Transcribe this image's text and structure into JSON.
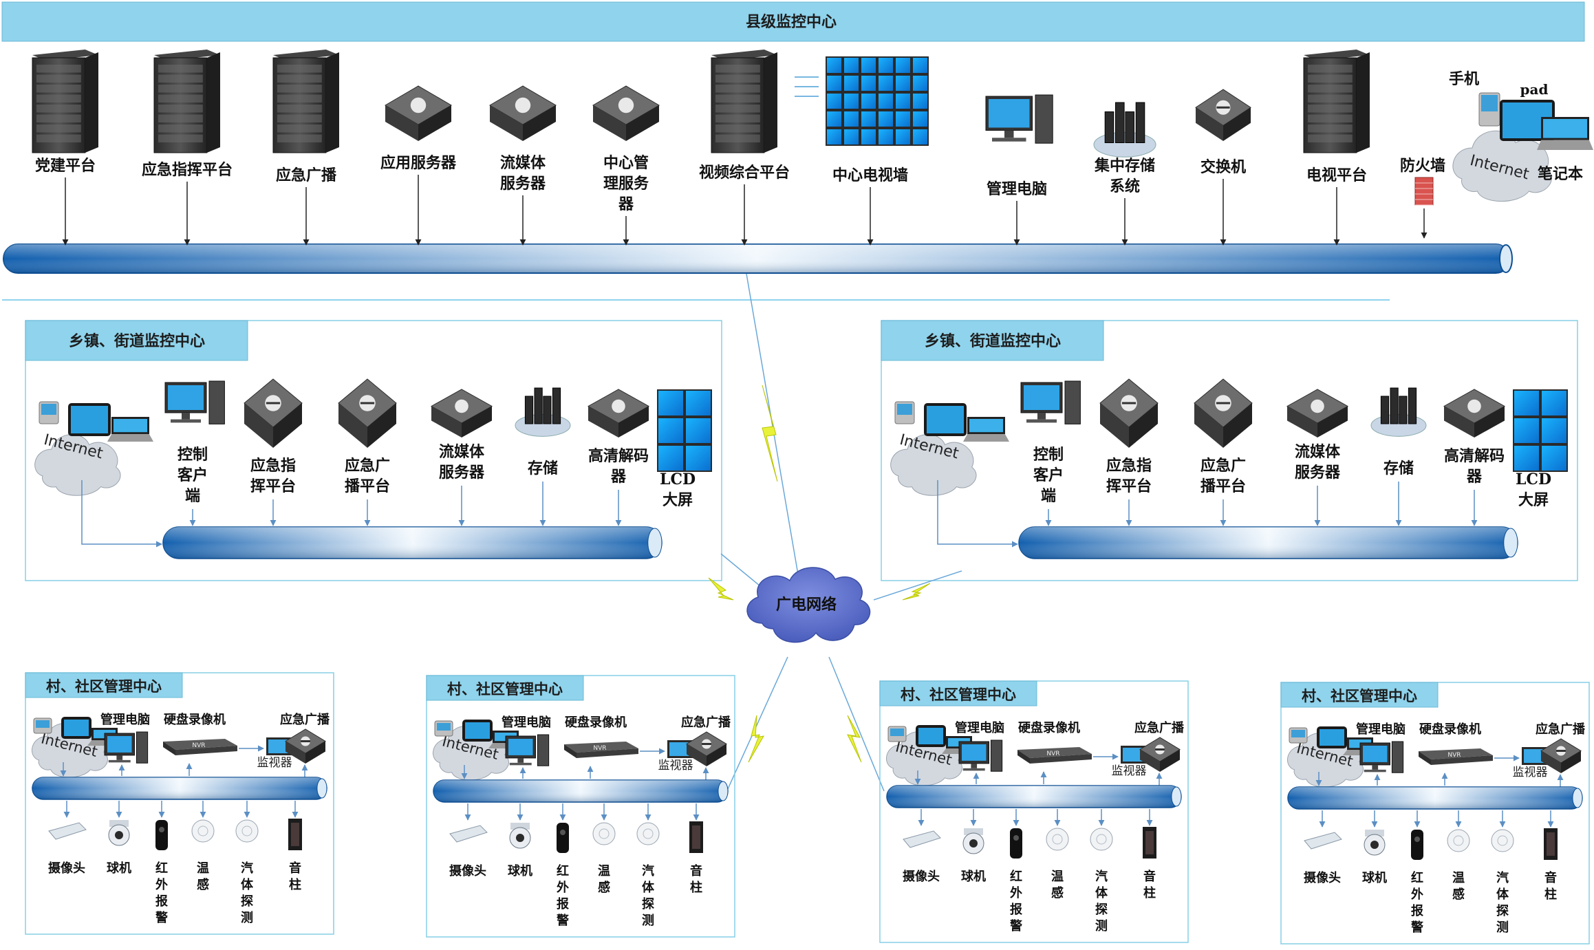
{
  "county": {
    "title": "县级监控中心",
    "devices": [
      "党建平台",
      "应急指挥平台",
      "应急广播",
      "应用服务器",
      "流媒体服务器",
      "中心管理服务器",
      "视频综合平台",
      "中心电视墙",
      "管理电脑",
      "集中存储系统",
      "交换机",
      "电视平台",
      "防火墙"
    ],
    "mobile": {
      "phone": "手机",
      "pad": "pad",
      "laptop": "笔记本",
      "cloud": "Internet"
    }
  },
  "network": {
    "label": "广电网络"
  },
  "towns": [
    {
      "title": "乡镇、街道监控中心",
      "cloud": "Internet",
      "devices": [
        "控制客户端",
        "应急指挥平台",
        "应急广播平台",
        "流媒体服务器",
        "存储",
        "高清解码器",
        "LCD大屏"
      ]
    },
    {
      "title": "乡镇、街道监控中心",
      "cloud": "Internet",
      "devices": [
        "控制客户端",
        "应急指挥平台",
        "应急广播平台",
        "流媒体服务器",
        "存储",
        "高清解码器",
        "LCD大屏"
      ]
    }
  ],
  "villages": [
    {
      "title": "村、社区管理中心",
      "cloud": "Internet",
      "top": {
        "pc": "管理电脑",
        "recorder": "硬盘录像机",
        "nvr": "NVR",
        "monitor": "监视器",
        "broadcast": "应急广播"
      },
      "sensors": [
        "摄像头",
        "球机",
        "红外报警",
        "温感",
        "汽体探测",
        "音柱"
      ]
    },
    {
      "title": "村、社区管理中心",
      "cloud": "Internet",
      "top": {
        "pc": "管理电脑",
        "recorder": "硬盘录像机",
        "nvr": "NVR",
        "monitor": "监视器",
        "broadcast": "应急广播"
      },
      "sensors": [
        "摄像头",
        "球机",
        "红外报警",
        "温感",
        "汽体探测",
        "音柱"
      ]
    },
    {
      "title": "村、社区管理中心",
      "cloud": "Internet",
      "top": {
        "pc": "管理电脑",
        "recorder": "硬盘录像机",
        "nvr": "NVR",
        "monitor": "监视器",
        "broadcast": "应急广播"
      },
      "sensors": [
        "摄像头",
        "球机",
        "红外报警",
        "温感",
        "汽体探测",
        "音柱"
      ]
    },
    {
      "title": "村、社区管理中心",
      "cloud": "Internet",
      "top": {
        "pc": "管理电脑",
        "recorder": "硬盘录像机",
        "nvr": "NVR",
        "monitor": "监视器",
        "broadcast": "应急广播"
      },
      "sensors": [
        "摄像头",
        "球机",
        "红外报警",
        "温感",
        "汽体探测",
        "音柱"
      ]
    }
  ],
  "colors": {
    "header": "#8fd3ec",
    "bus": "#1a6fb8",
    "frame": "#86cfe6",
    "lightning": "#e8f23a",
    "cloud": "#5a6fc8"
  }
}
